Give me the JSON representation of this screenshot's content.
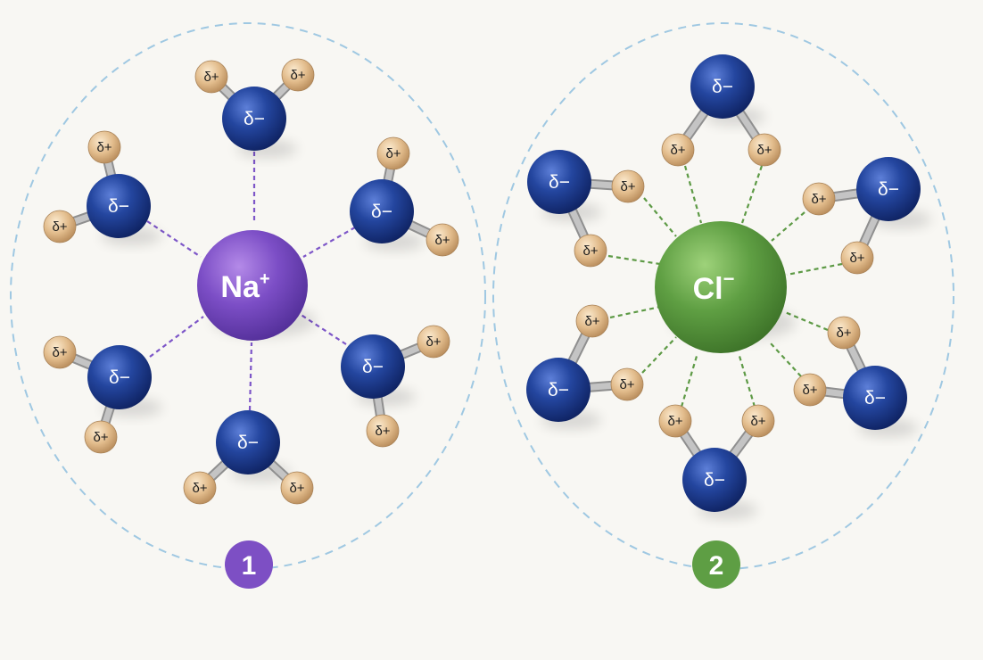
{
  "labels": {
    "oxygen": "δ−",
    "hydrogen": "δ+"
  },
  "sodium_ion": {
    "symbol": "Na",
    "charge": "+",
    "color": "#7d4fc4"
  },
  "chloride_ion": {
    "symbol": "Cl",
    "charge": "−",
    "color": "#5e9e44"
  },
  "badges": [
    {
      "text": "1",
      "color": "#7d4fc4"
    },
    {
      "text": "2",
      "color": "#5e9e44"
    }
  ],
  "colors": {
    "oxygen": "#1f3f9e",
    "hydrogen": "#e6c497",
    "bond": "#c4c4c4",
    "boundary": "#9fc8e2",
    "na_link": "#7d56c8",
    "cl_link": "#5d9a45"
  }
}
